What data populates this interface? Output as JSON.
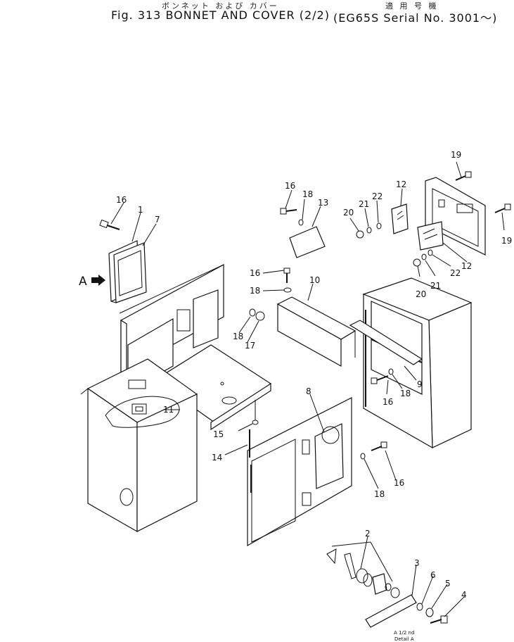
{
  "header": {
    "jp_title": "ボンネット および カバー",
    "jp_applies": "適 用 号 機",
    "fig_title": "Fig. 313   BONNET AND COVER (2/2)",
    "serial": "(EG65S Serial No. 3001～)"
  },
  "detail": {
    "marker": "A",
    "scale": "A  1/2  nd",
    "caption": "Detail A"
  },
  "callouts": [
    {
      "id": "c1",
      "text": "1"
    },
    {
      "id": "c2",
      "text": "2"
    },
    {
      "id": "c3",
      "text": "3"
    },
    {
      "id": "c4",
      "text": "4"
    },
    {
      "id": "c5",
      "text": "5"
    },
    {
      "id": "c6",
      "text": "6"
    },
    {
      "id": "c7",
      "text": "7"
    },
    {
      "id": "c8",
      "text": "8"
    },
    {
      "id": "c9",
      "text": "9"
    },
    {
      "id": "c10",
      "text": "10"
    },
    {
      "id": "c11",
      "text": "11"
    },
    {
      "id": "c12a",
      "text": "12"
    },
    {
      "id": "c12b",
      "text": "12"
    },
    {
      "id": "c13",
      "text": "13"
    },
    {
      "id": "c14",
      "text": "14"
    },
    {
      "id": "c15",
      "text": "15"
    },
    {
      "id": "c16a",
      "text": "16"
    },
    {
      "id": "c16b",
      "text": "16"
    },
    {
      "id": "c16c",
      "text": "16"
    },
    {
      "id": "c16d",
      "text": "16"
    },
    {
      "id": "c16e",
      "text": "16"
    },
    {
      "id": "c17",
      "text": "17"
    },
    {
      "id": "c18a",
      "text": "18"
    },
    {
      "id": "c18b",
      "text": "18"
    },
    {
      "id": "c18c",
      "text": "18"
    },
    {
      "id": "c18d",
      "text": "18"
    },
    {
      "id": "c18e",
      "text": "18"
    },
    {
      "id": "c19a",
      "text": "19"
    },
    {
      "id": "c19b",
      "text": "19"
    },
    {
      "id": "c20a",
      "text": "20"
    },
    {
      "id": "c20b",
      "text": "20"
    },
    {
      "id": "c21a",
      "text": "21"
    },
    {
      "id": "c21b",
      "text": "21"
    },
    {
      "id": "c22a",
      "text": "22"
    },
    {
      "id": "c22b",
      "text": "22"
    }
  ]
}
